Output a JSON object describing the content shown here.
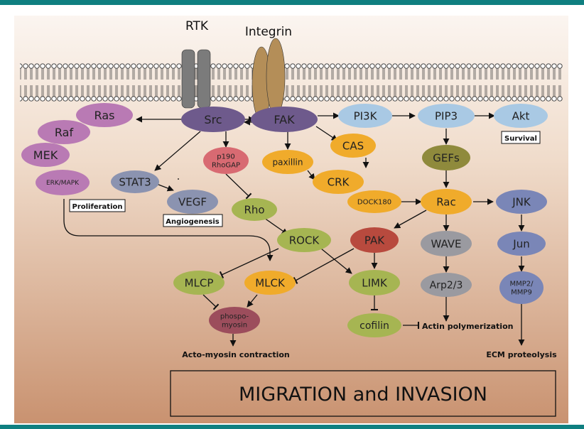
{
  "header": {
    "bar_color": "#0f7f80"
  },
  "receptors": {
    "rtk": "RTK",
    "integrin": "Integrin"
  },
  "nodes": {
    "src": "Src",
    "fak": "FAK",
    "ras": "Ras",
    "raf": "Raf",
    "mek": "MEK",
    "erk": "ERK/MAPK",
    "stat3": "STAT3",
    "vegf": "VEGF",
    "p190_line1": "p190",
    "p190_line2": "RhoGAP",
    "rho": "Rho",
    "rock": "ROCK",
    "paxillin": "paxillin",
    "cas": "CAS",
    "crk": "CRK",
    "dock180": "DOCK180",
    "pi3k": "PI3K",
    "pip3": "PIP3",
    "akt": "Akt",
    "gefs": "GEFs",
    "rac": "Rac",
    "jnk": "JNK",
    "jun": "Jun",
    "mmp_line1": "MMP2/",
    "mmp_line2": "MMP9",
    "pak": "PAK",
    "wave": "WAVE",
    "arp": "Arp2/3",
    "limk": "LIMK",
    "cofilin": "cofilin",
    "mlcp": "MLCP",
    "mlck": "MLCK",
    "phos_line1": "phospo-",
    "phos_line2": "myosin"
  },
  "outcomes": {
    "survival": "Survival",
    "proliferation": "Proliferation",
    "angiogenesis": "Angiogenesis",
    "actin": "Actin polymerization",
    "actomyosin": "Acto-myosin contraction",
    "ecm": "ECM proteolysis"
  },
  "title": "MIGRATION and INVASION",
  "colors": {
    "purple": "#b97ab4",
    "dark_purple": "#6e5a8c",
    "blue_grey": "#8b93b0",
    "pink": "#d86a72",
    "green": "#a6b552",
    "orange": "#f0ab2b",
    "light_blue": "#a9c9e4",
    "olive": "#8f8a3c",
    "grey": "#9a9aa0",
    "red_brown": "#b84a3e",
    "maroon": "#9c4d5c",
    "indigo": "#7a86b7",
    "receptor_grey": "#7b7b7b",
    "integrin_brown": "#b48e58"
  }
}
